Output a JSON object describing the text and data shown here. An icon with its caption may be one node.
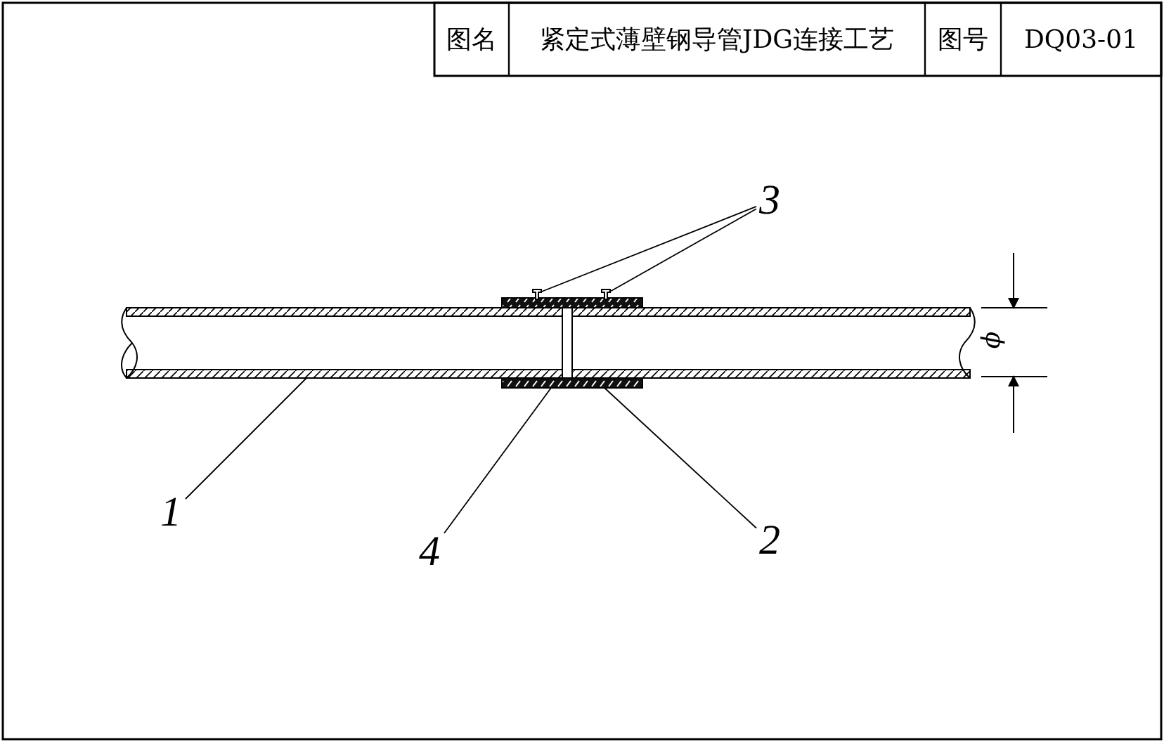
{
  "diagram": {
    "nodes": [
      {
        "text": [
          "3"
        ]
      },
      {
        "text": [
          "1"
        ]
      },
      {
        "text": [
          "4"
        ]
      },
      {
        "text": [
          "2"
        ]
      },
      {
        "text": [],
        "shape": "picture"
      },
      {
        "text": [],
        "shape": "picture"
      },
      {
        "text": [],
        "shape": "picture"
      },
      {
        "text": [],
        "shape": "picture"
      }
    ],
    "edges": [
      {
        "from": 0,
        "to": 6,
        "arrow": "none"
      },
      {
        "from": 0,
        "to": 7,
        "arrow": "none"
      },
      {
        "from": 1,
        "to": 4,
        "arrow": "none"
      },
      {
        "from": 2,
        "to": 5,
        "arrow": "none"
      },
      {
        "from": 3,
        "to": 5,
        "arrow": "none"
      }
    ],
    "labels": [
      "图名",
      "紧定式薄壁钢导管JDG连接工艺",
      "图号",
      "DQ03-01",
      "ϕ"
    ]
  }
}
